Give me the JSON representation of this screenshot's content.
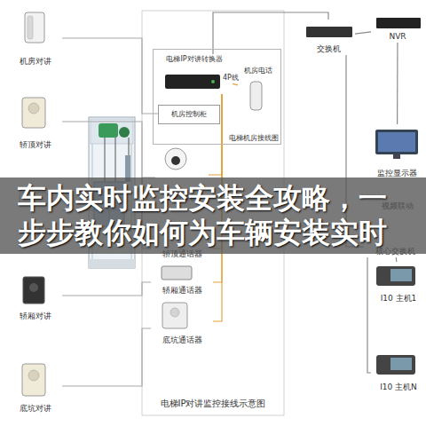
{
  "diagram": {
    "title": "车内实时监控安装全攻略，一步步教你如何为车辆安装实时",
    "caption": "电梯IP对讲监控接线示意图",
    "nodes": [
      {
        "text": [
          "机房对讲"
        ]
      },
      {
        "text": [
          "轿顶对讲"
        ]
      },
      {
        "text": [
          "IP摄像机"
        ]
      },
      {
        "text": [
          "轿厢对讲"
        ]
      },
      {
        "text": [
          "底坑对讲"
        ]
      },
      {
        "text": [
          "电梯机房接线图"
        ]
      },
      {
        "text": [
          "电梯IP对讲转换器"
        ],
        "in": 5
      },
      {
        "text": [
          "机房电话"
        ],
        "in": 5
      },
      {
        "text": [
          "机房控制柜"
        ],
        "in": 5
      },
      {
        "text": [
          "IP摄像机"
        ]
      },
      {
        "text": [
          "轿顶通话器"
        ]
      },
      {
        "text": [
          "轿厢通话器"
        ]
      },
      {
        "text": [
          "底坑通话器"
        ]
      },
      {
        "text": [
          "交换机"
        ]
      },
      {
        "text": [
          "NVR"
        ]
      },
      {
        "text": [
          "监控显示器"
        ]
      },
      {
        "text": [
          "核心交换机"
        ]
      },
      {
        "text": [
          "I10 主机1"
        ]
      },
      {
        "text": [
          "I10 主机N"
        ]
      }
    ],
    "edges": [
      {
        "from": 6,
        "to": 7,
        "label": "4P线",
        "arrow": "none"
      },
      {
        "from": 6,
        "to": 13,
        "arrow": "none"
      },
      {
        "from": 13,
        "to": 14,
        "arrow": "none"
      },
      {
        "from": 14,
        "to": 15,
        "arrow": "none"
      },
      {
        "from": 13,
        "to": 16,
        "arrow": "none"
      },
      {
        "from": 16,
        "to": 17,
        "arrow": "none"
      },
      {
        "from": 16,
        "to": 18,
        "arrow": "none"
      },
      {
        "from": 0,
        "to": 8,
        "arrow": "none"
      },
      {
        "from": 1,
        "to": 10,
        "arrow": "none"
      },
      {
        "from": 2,
        "to": 9,
        "arrow": "none"
      },
      {
        "from": 3,
        "to": 11,
        "arrow": "none"
      },
      {
        "from": 4,
        "to": 12,
        "arrow": "none"
      },
      {
        "from": 6,
        "to": 9,
        "arrow": "none"
      },
      {
        "from": 6,
        "to": 10,
        "arrow": "none"
      },
      {
        "from": 6,
        "to": 11,
        "arrow": "none"
      },
      {
        "from": 6,
        "to": 12,
        "arrow": "none"
      }
    ],
    "labels": [
      "视频联动"
    ]
  }
}
